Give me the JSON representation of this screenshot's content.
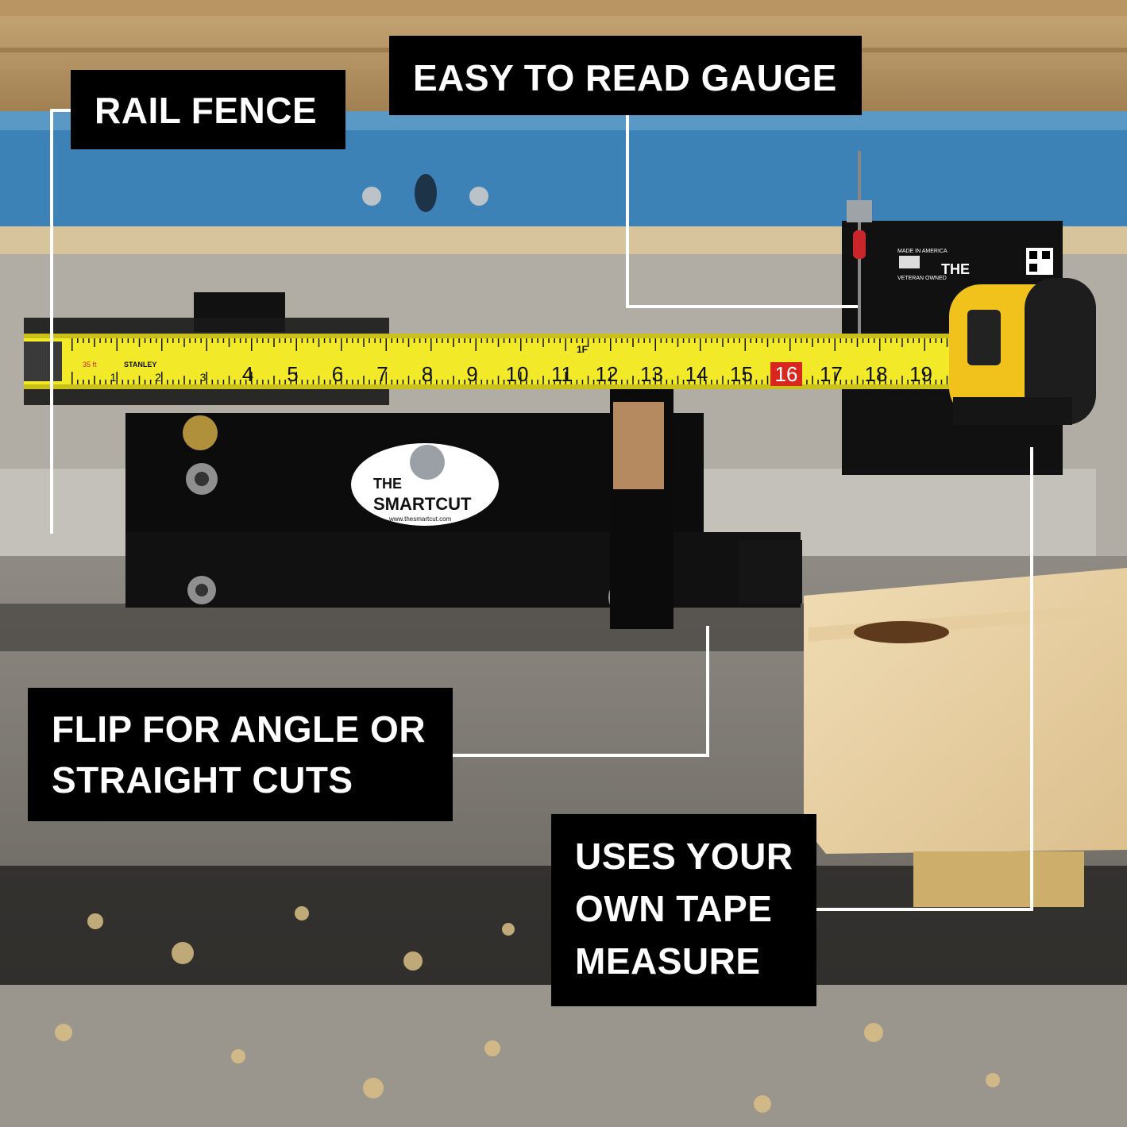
{
  "callouts": {
    "rail_fence": "RAIL FENCE",
    "gauge": "EASY TO READ GAUGE",
    "flip_line1": "FLIP FOR ANGLE OR",
    "flip_line2": "STRAIGHT CUTS",
    "tape_line1": "USES YOUR",
    "tape_line2": "OWN TAPE",
    "tape_line3": "MEASURE"
  },
  "tape": {
    "brand": "STANLEY",
    "marks": [
      "1",
      "2",
      "3",
      "4",
      "5",
      "6",
      "7",
      "8",
      "9",
      "10",
      "11",
      "12",
      "13",
      "14",
      "15",
      "16",
      "17",
      "18",
      "19",
      "2"
    ],
    "highlight": "16",
    "foot_mark": "1F",
    "foot_note": "35 ft"
  },
  "product": {
    "logo_line1": "THE",
    "logo_line2": "SMARTCUT",
    "url": "www.thesmartcut.com",
    "plate_note": "MADE IN AMERICA",
    "plate_note2": "VETERAN OWNED"
  }
}
